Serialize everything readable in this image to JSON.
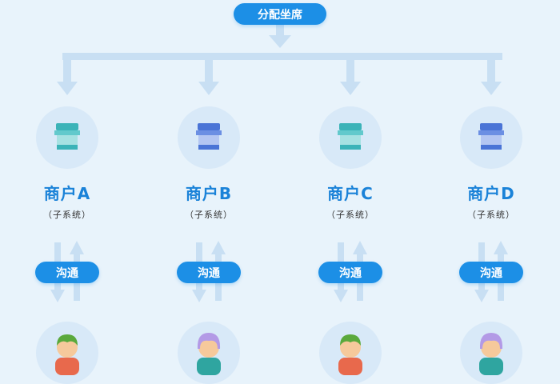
{
  "top_label": "分配坐席",
  "merchants": [
    {
      "name": "商户A",
      "sub": "（子系统）",
      "comm": "沟通",
      "store_color": "#3bb3b8",
      "avatar": "green"
    },
    {
      "name": "商户B",
      "sub": "（子系统）",
      "comm": "沟通",
      "store_color": "#4a74d6",
      "avatar": "purple"
    },
    {
      "name": "商户C",
      "sub": "（子系统）",
      "comm": "沟通",
      "store_color": "#3bb3b8",
      "avatar": "green"
    },
    {
      "name": "商户D",
      "sub": "（子系统）",
      "comm": "沟通",
      "store_color": "#4a74d6",
      "avatar": "purple"
    }
  ],
  "colors": {
    "accent": "#1c8fe6",
    "title_text": "#1a82d8",
    "connector": "#c8dff3",
    "circle_bg": "#d8e9f8",
    "background": "#e8f3fb"
  }
}
